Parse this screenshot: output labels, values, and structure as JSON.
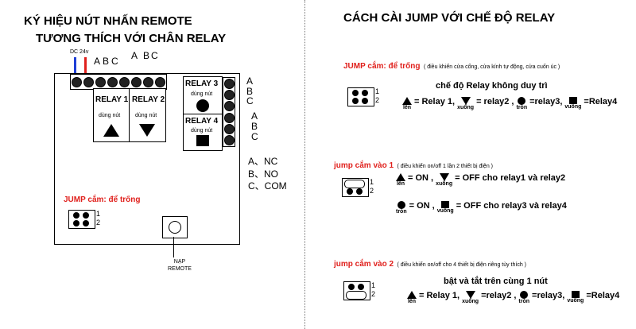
{
  "left": {
    "title1": "KÝ HIỆU NÚT NHẤN REMOTE",
    "title2": "TƯƠNG THÍCH VỚI CHÂN RELAY",
    "dc_label": "DC 24v",
    "top_letters_1": [
      "A",
      "B",
      "C"
    ],
    "top_letters_2": [
      "A",
      "B",
      "C"
    ],
    "right_letters_1": [
      "A",
      "B",
      "C"
    ],
    "right_letters_2": [
      "A",
      "B",
      "C"
    ],
    "relay1": "RELAY 1",
    "relay2": "RELAY 2",
    "relay3": "RELAY 3",
    "relay4": "RELAY 4",
    "use_button": "dùng nút",
    "legend": [
      "A、NC",
      "B、NO",
      "C、COM"
    ],
    "jump_label": "JUMP cắm: để trống",
    "jump_nums": [
      "1",
      "2"
    ],
    "learn_label_1": "NẠP",
    "learn_label_2": "REMOTE"
  },
  "right": {
    "title": "CÁCH CÀI JUMP VỚI CHẾ ĐỘ RELAY",
    "s1_head": "JUMP cắm: để trống",
    "s1_note": "( điều khiển cửa cổng, cửa kính tự động, cửa cuốn úc )",
    "s1_mode": "chế độ Relay không duy trì",
    "s1_line": {
      "up": "= Relay 1,",
      "up_sub": "lên",
      "down": "= relay2 ,",
      "down_sub": "xuống",
      "circle": "=relay3,",
      "circle_sub": "tròn",
      "square": "=Relay4",
      "square_sub": "vuông"
    },
    "s2_head": "jump cắm vào 1",
    "s2_note": "( điều khiển on/off  1 lần 2 thiết bị điện )",
    "s2_line1": {
      "up": "= ON ,",
      "up_sub": "lên",
      "down": "= OFF",
      "down_sub": "xuống",
      "tail": "cho relay1 và relay2"
    },
    "s2_line2": {
      "circle": "= ON ,",
      "circle_sub": "tròn",
      "square": "= OFF cho relay3 và relay4",
      "square_sub": "vuông"
    },
    "s3_head": "jump cắm vào 2",
    "s3_note": "( điều khiển on/off cho 4 thiết bị điện riêng tùy thích )",
    "s3_mode": "bật và tắt trên cùng 1 nút",
    "s3_line": {
      "up": "= Relay 1,",
      "up_sub": "lên",
      "down": "=relay2 ,",
      "down_sub": "xuống",
      "circle": "=relay3,",
      "circle_sub": "tròn",
      "square": "=Relay4",
      "square_sub": "vuông"
    },
    "jump_nums": [
      "1",
      "2"
    ]
  },
  "colors": {
    "accent_red": "#e0201c",
    "wire_blue": "#1f3fd6"
  }
}
